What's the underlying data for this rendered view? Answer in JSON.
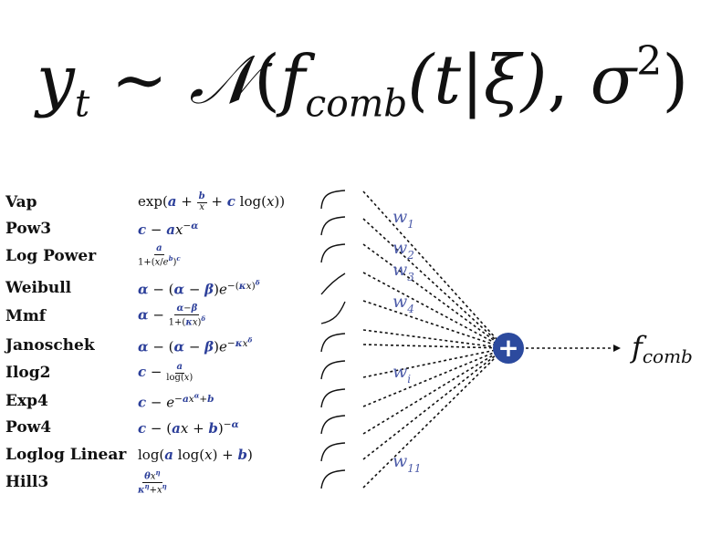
{
  "equation": {
    "lhs": "y",
    "lhs_sub": "t",
    "sim": "∼",
    "dist": "𝒩",
    "func": "f",
    "func_sub": "comb",
    "args": "(t|ξ)",
    "sigma": "σ",
    "sigma_exp": "2"
  },
  "models": [
    {
      "name": "Vap"
    },
    {
      "name": "Pow3"
    },
    {
      "name": "Log Power"
    },
    {
      "name": "Weibull"
    },
    {
      "name": "Mmf"
    },
    {
      "name": "Janoschek"
    },
    {
      "name": "Ilog2"
    },
    {
      "name": "Exp4"
    },
    {
      "name": "Pow4"
    },
    {
      "name": "Loglog Linear"
    },
    {
      "name": "Hill3"
    }
  ],
  "weights": [
    {
      "sym": "w",
      "sub": "1"
    },
    {
      "sym": "w",
      "sub": "2"
    },
    {
      "sym": "w",
      "sub": "3"
    },
    {
      "sym": "w",
      "sub": "4"
    },
    {
      "sym": "w",
      "sub": "i"
    },
    {
      "sym": "w",
      "sub": "11"
    }
  ],
  "combiner": {
    "symbol": "+",
    "color": "#2c4a9e"
  },
  "output": {
    "label": "f",
    "sub": "comb"
  },
  "colors": {
    "accent": "#2c3f9a",
    "weight": "#4b5aa8",
    "line": "#111111"
  }
}
